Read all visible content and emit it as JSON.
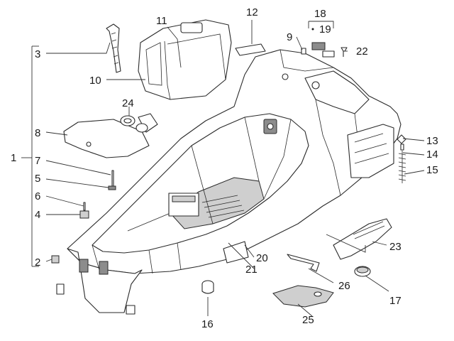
{
  "labels": {
    "l1": "1",
    "l2": "2",
    "l3": "3",
    "l4": "4",
    "l5": "5",
    "l6": "6",
    "l7": "7",
    "l8": "8",
    "l9": "9",
    "l10": "10",
    "l11": "11",
    "l12": "12",
    "l13": "13",
    "l14": "14",
    "l15": "15",
    "l16": "16",
    "l17": "17",
    "l18": "18",
    "l19": "19",
    "l20": "20",
    "l21": "21",
    "l22": "22",
    "l23": "23",
    "l24": "24",
    "l25": "25",
    "l26": "26"
  },
  "colors": {
    "line": "#2a2a2a",
    "shade": "#cfcfcf",
    "dark": "#8c8c8c"
  }
}
